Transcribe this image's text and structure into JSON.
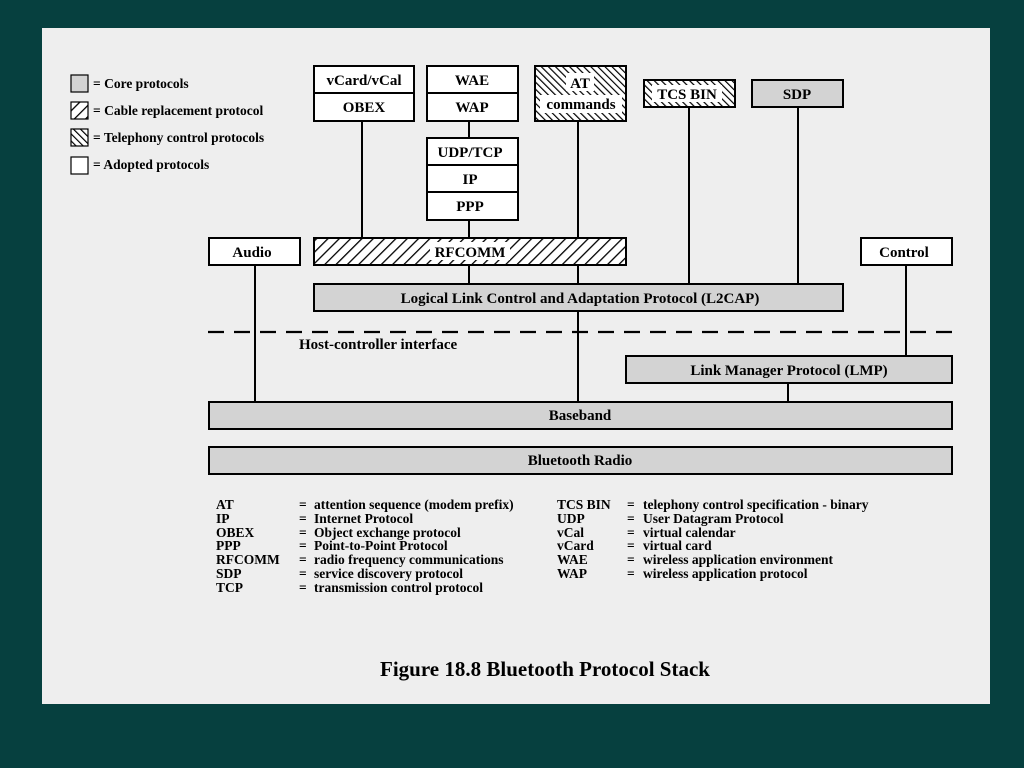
{
  "legend": [
    {
      "style": "core",
      "label": "= Core protocols"
    },
    {
      "style": "cable",
      "label": "= Cable replacement protocol"
    },
    {
      "style": "telephony",
      "label": "= Telephony control protocols"
    },
    {
      "style": "adopted",
      "label": "= Adopted protocols"
    }
  ],
  "blocks": {
    "vcard": "vCard/vCal",
    "obex": "OBEX",
    "wae": "WAE",
    "wap": "WAP",
    "at_line1": "AT",
    "at_line2": "commands",
    "tcs_bin": "TCS BIN",
    "sdp": "SDP",
    "udp_tcp": "UDP/TCP",
    "ip": "IP",
    "ppp": "PPP",
    "audio": "Audio",
    "rfcomm": "RFCOMM",
    "control": "Control",
    "l2cap": "Logical Link Control and Adaptation Protocol (L2CAP)",
    "hci": "Host-controller interface",
    "lmp": "Link Manager Protocol (LMP)",
    "baseband": "Baseband",
    "radio": "Bluetooth Radio"
  },
  "colors": {
    "background": "#06403f",
    "panel": "#eeeeee",
    "core_fill": "#d3d3d3",
    "adopted_fill": "#ffffff"
  },
  "abbreviations_left": [
    {
      "abbr": "AT",
      "eq": "=",
      "meaning": "attention sequence (modem prefix)"
    },
    {
      "abbr": "IP",
      "eq": "=",
      "meaning": "Internet Protocol"
    },
    {
      "abbr": "OBEX",
      "eq": "=",
      "meaning": "Object exchange protocol"
    },
    {
      "abbr": "PPP",
      "eq": "=",
      "meaning": "Point-to-Point Protocol"
    },
    {
      "abbr": "RFCOMM",
      "eq": "=",
      "meaning": "radio frequency communications"
    },
    {
      "abbr": "SDP",
      "eq": "=",
      "meaning": "service discovery protocol"
    },
    {
      "abbr": "TCP",
      "eq": "=",
      "meaning": "transmission control protocol"
    }
  ],
  "abbreviations_right": [
    {
      "abbr": "TCS BIN",
      "eq": "=",
      "meaning": "telephony control specification - binary"
    },
    {
      "abbr": "UDP",
      "eq": "=",
      "meaning": "User Datagram Protocol"
    },
    {
      "abbr": "vCal",
      "eq": "=",
      "meaning": "virtual calendar"
    },
    {
      "abbr": "vCard",
      "eq": "=",
      "meaning": "virtual card"
    },
    {
      "abbr": "WAE",
      "eq": "=",
      "meaning": "wireless application environment"
    },
    {
      "abbr": "WAP",
      "eq": "=",
      "meaning": "wireless application protocol"
    }
  ],
  "caption": "Figure 18.8  Bluetooth Protocol Stack"
}
